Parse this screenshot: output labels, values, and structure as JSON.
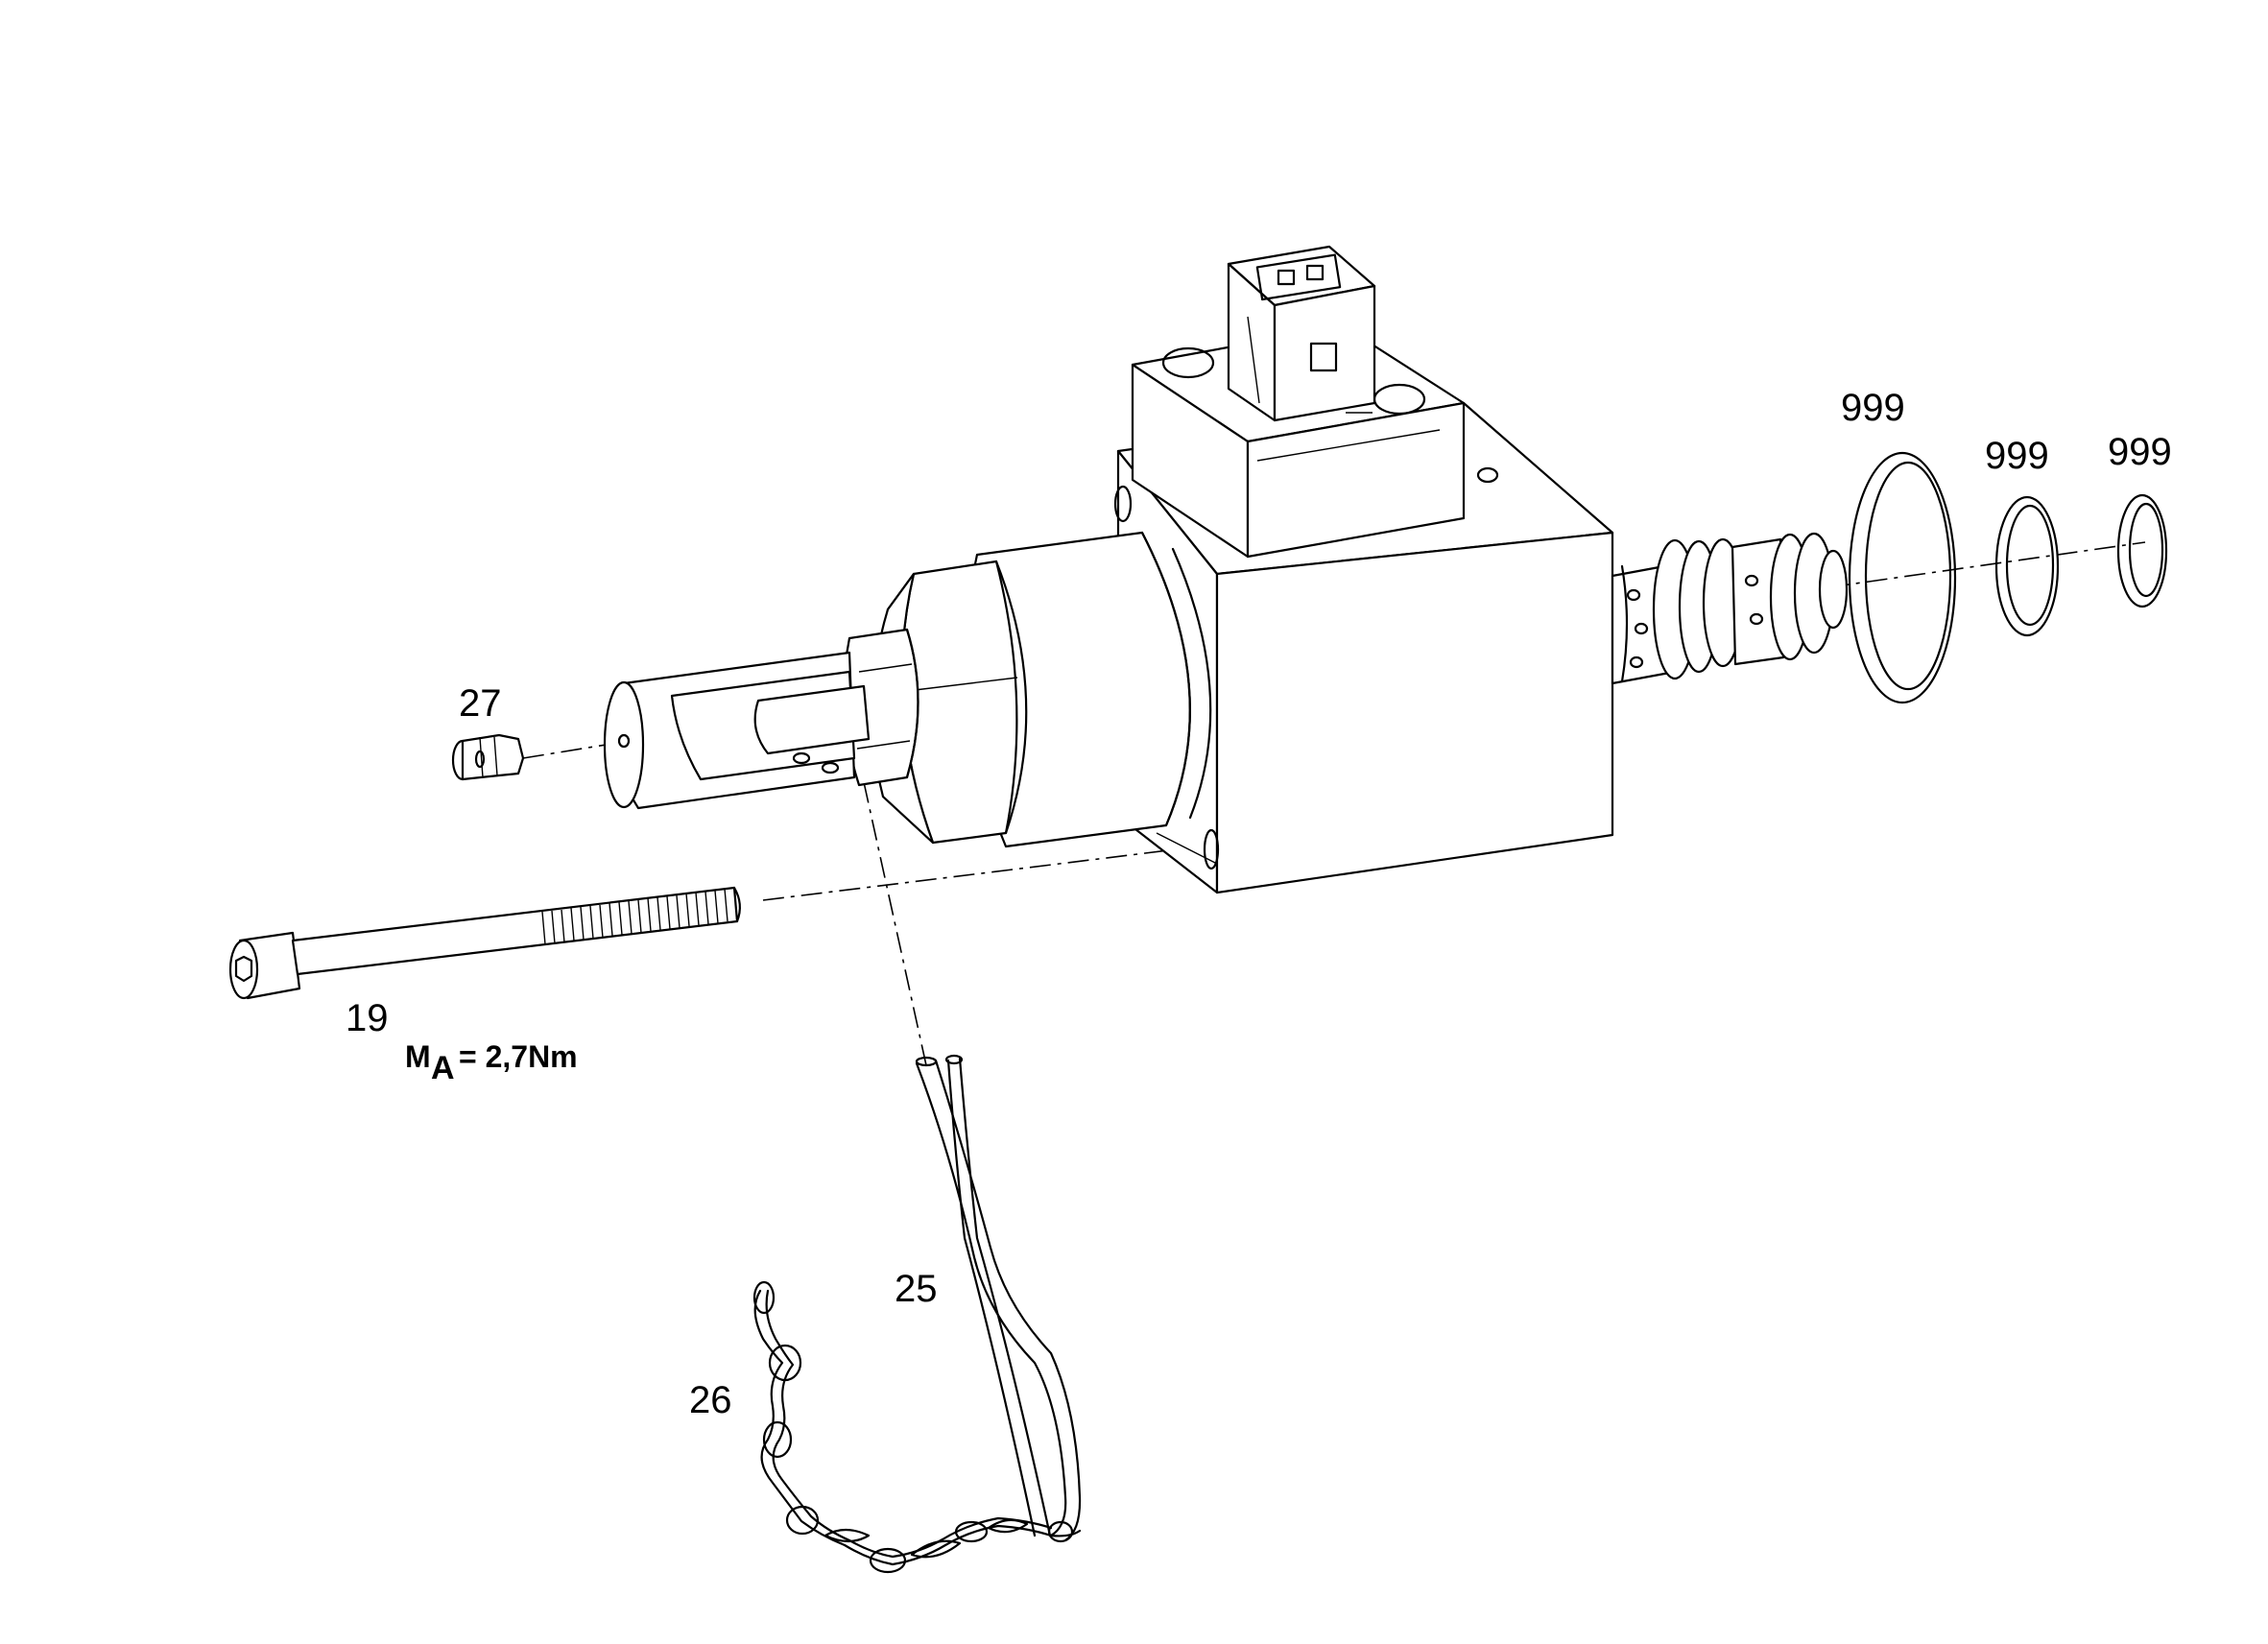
{
  "callouts": {
    "seal_large": "999",
    "seal_medium": "999",
    "seal_small": "999",
    "screw_small": "27",
    "cap_screw": "19",
    "torque_symbol": "M",
    "torque_subscript": "A",
    "torque_value": "= 2,7Nm",
    "cable": "25",
    "cable_tie": "26"
  }
}
